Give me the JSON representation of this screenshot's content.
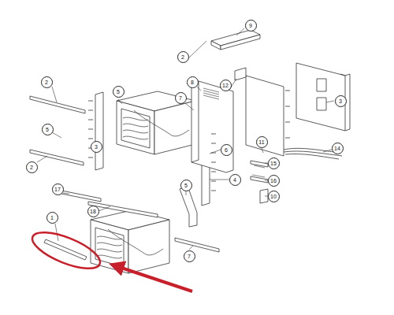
{
  "diagram": {
    "labels": [
      "9",
      "2",
      "8",
      "12",
      "3",
      "2",
      "5",
      "7",
      "11",
      "2",
      "5",
      "3",
      "6",
      "14",
      "15",
      "16",
      "10",
      "4",
      "17",
      "18",
      "5",
      "1",
      "7"
    ]
  }
}
